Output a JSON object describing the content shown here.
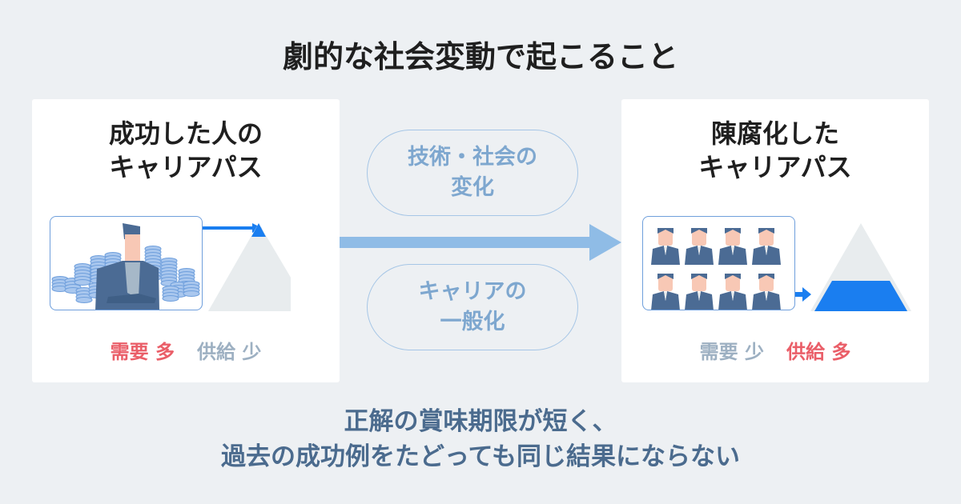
{
  "title": "劇的な社会変動で起こること",
  "left_card": {
    "title_line1": "成功した人の",
    "title_line2": "キャリアパス",
    "demand": "需要 多",
    "supply": "供給 少"
  },
  "right_card": {
    "title_line1": "陳腐化した",
    "title_line2": "キャリアパス",
    "demand": "需要 少",
    "supply": "供給 多"
  },
  "pills": [
    {
      "line1": "技術・社会の",
      "line2": "変化"
    },
    {
      "line1": "キャリアの",
      "line2": "一般化"
    }
  ],
  "bottom": {
    "line1": "正解の賞味期限が短く、",
    "line2": "過去の成功例をたどっても同じ結果にならない"
  },
  "colors": {
    "accent": "#1a7ef0",
    "red": "#ea5e68",
    "muted": "#9db0c2",
    "suit": "#4b6b94",
    "skin": "#f8c8b5"
  }
}
